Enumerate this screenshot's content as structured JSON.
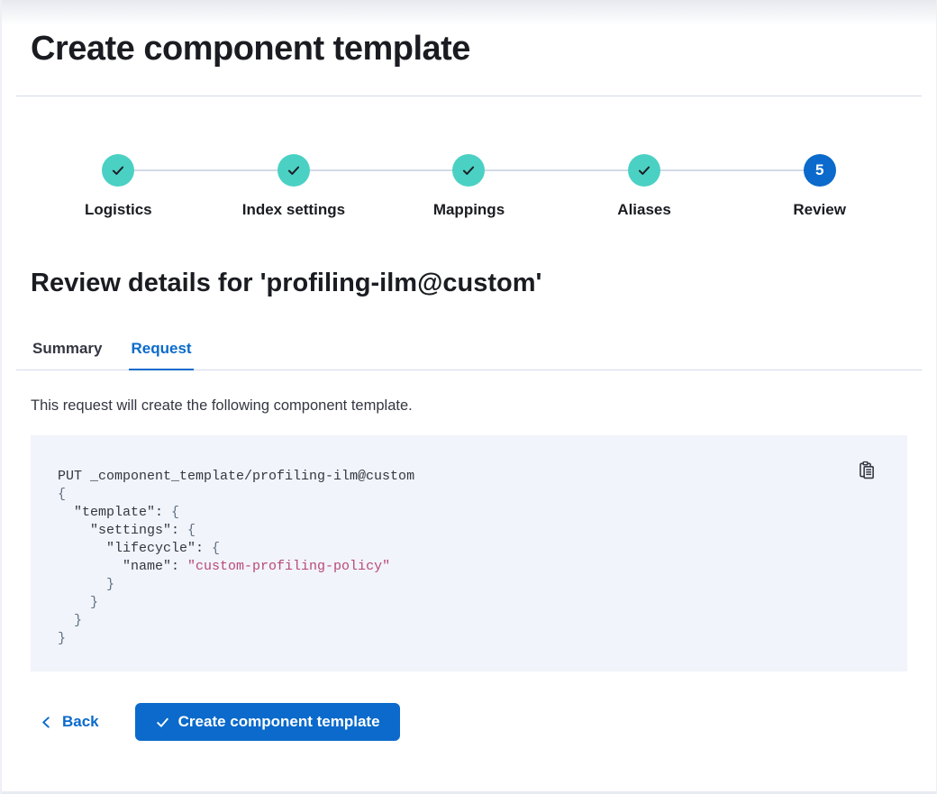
{
  "page": {
    "title": "Create component template"
  },
  "stepper": {
    "steps": [
      {
        "label": "Logistics",
        "status": "complete"
      },
      {
        "label": "Index settings",
        "status": "complete"
      },
      {
        "label": "Mappings",
        "status": "complete"
      },
      {
        "label": "Aliases",
        "status": "complete"
      },
      {
        "label": "Review",
        "status": "current",
        "number": "5"
      }
    ]
  },
  "review": {
    "heading": "Review details for 'profiling-ilm@custom'",
    "tabs": [
      {
        "label": "Summary",
        "active": false
      },
      {
        "label": "Request",
        "active": true
      }
    ],
    "description": "This request will create the following component template."
  },
  "code": {
    "copy_icon": "copy-clipboard-icon",
    "lines": [
      [
        {
          "k": "plain",
          "t": "PUT _component_template/profiling-ilm@custom"
        }
      ],
      [
        {
          "k": "punct",
          "t": "{"
        }
      ],
      [
        {
          "k": "plain",
          "t": "  \"template\": "
        },
        {
          "k": "punct",
          "t": "{"
        }
      ],
      [
        {
          "k": "plain",
          "t": "    \"settings\": "
        },
        {
          "k": "punct",
          "t": "{"
        }
      ],
      [
        {
          "k": "plain",
          "t": "      \"lifecycle\": "
        },
        {
          "k": "punct",
          "t": "{"
        }
      ],
      [
        {
          "k": "plain",
          "t": "        \"name\": "
        },
        {
          "k": "string",
          "t": "\"custom-profiling-policy\""
        }
      ],
      [
        {
          "k": "punct",
          "t": "      }"
        }
      ],
      [
        {
          "k": "punct",
          "t": "    }"
        }
      ],
      [
        {
          "k": "punct",
          "t": "  }"
        }
      ],
      [
        {
          "k": "punct",
          "t": "}"
        }
      ]
    ]
  },
  "footer": {
    "back_label": "Back",
    "create_label": "Create component template"
  },
  "colors": {
    "primary": "#0b6acb",
    "teal": "#4ad1c4",
    "divider": "#d3dae6",
    "codebg": "#f1f4fa",
    "code-string": "#b9487b",
    "code-punct": "#617084",
    "text": "#343741",
    "heading": "#1a1c21"
  }
}
